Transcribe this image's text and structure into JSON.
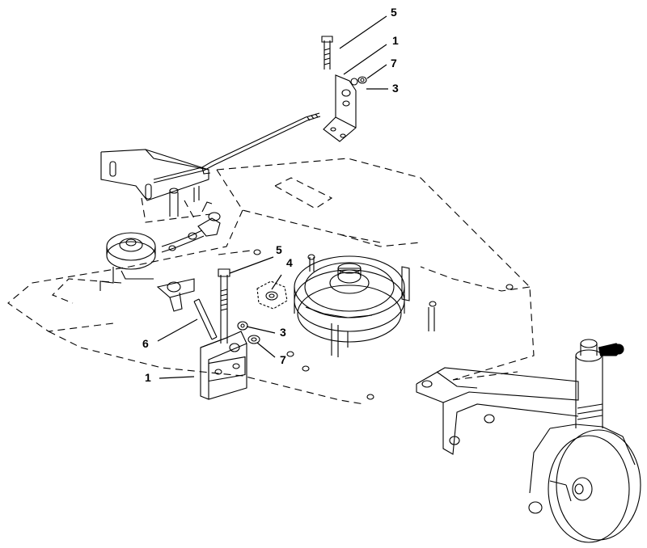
{
  "callouts": {
    "top_bracket": [
      "5",
      "1",
      "7",
      "3"
    ],
    "lower_bracket": [
      "5",
      "4",
      "6",
      "3",
      "7",
      "1"
    ]
  }
}
